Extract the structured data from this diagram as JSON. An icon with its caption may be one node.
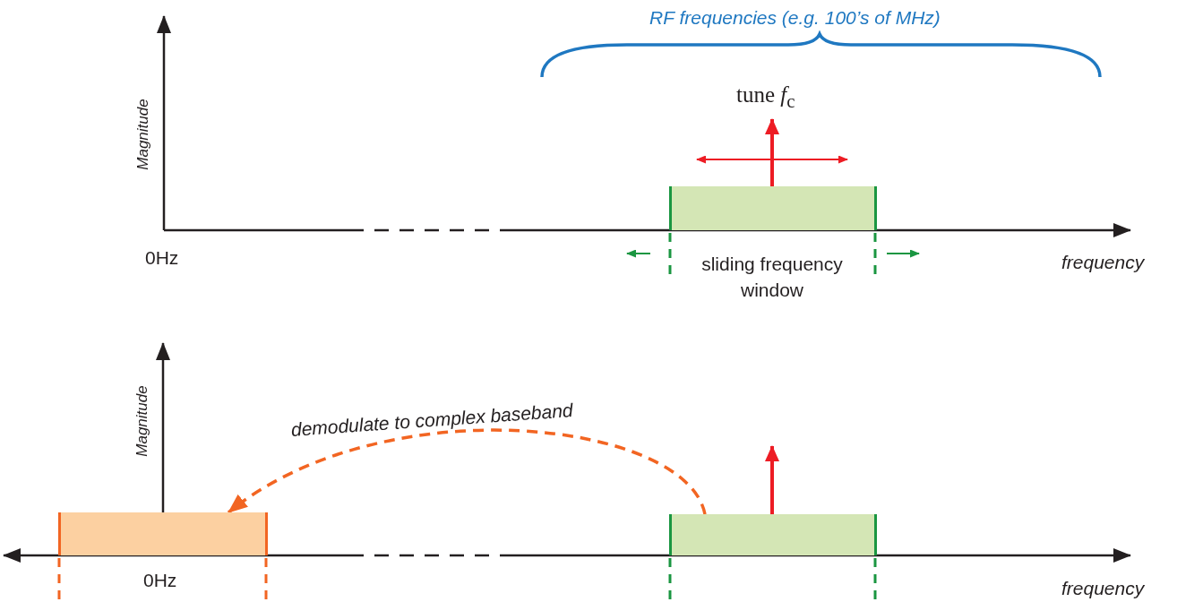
{
  "diagram": {
    "nodes": [
      {
        "text": [],
        "shape": "box",
        "beside": [
          "sliding frequency window"
        ]
      },
      {
        "text": [],
        "shape": "box"
      },
      {
        "text": [],
        "shape": "box"
      }
    ],
    "edges": [
      {
        "from": 2,
        "to": 1,
        "arrow": "to",
        "label": "demodulate to complex baseband",
        "style": "dashed",
        "color": "#f26522"
      }
    ],
    "labels": [
      "RF frequencies (e.g. 100’s of MHz)",
      "tune *f*$_{c}$",
      "Magnitude",
      "0Hz",
      "frequency",
      "Magnitude",
      "0Hz",
      "frequency"
    ]
  }
}
